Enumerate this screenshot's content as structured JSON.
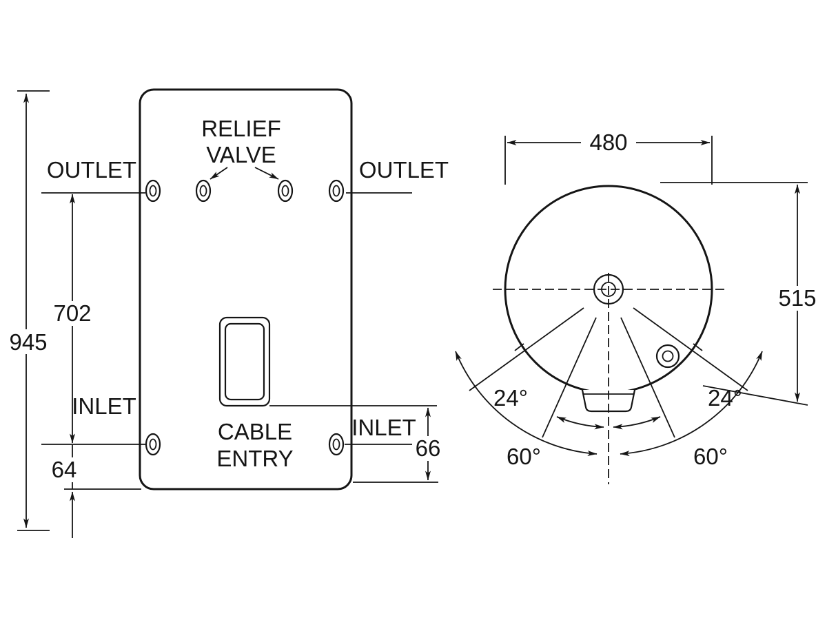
{
  "colors": {
    "ink": "#151515",
    "background": "#ffffff"
  },
  "front_view": {
    "labels": {
      "relief_valve_line1": "RELIEF",
      "relief_valve_line2": "VALVE",
      "outlet_left": "OUTLET",
      "outlet_right": "OUTLET",
      "inlet_left": "INLET",
      "inlet_right": "INLET",
      "cable_entry_line1": "CABLE",
      "cable_entry_line2": "ENTRY"
    },
    "dimensions": {
      "overall_height_mm": "945",
      "outlet_to_inlet_mm": "702",
      "base_to_inlet_mm": "64",
      "base_to_cable_entry_mm": "66"
    }
  },
  "top_view": {
    "dimensions": {
      "diameter_mm": "480",
      "overall_depth_mm": "515",
      "angle_inner_left": "24°",
      "angle_inner_right": "24°",
      "angle_outer_left": "60°",
      "angle_outer_right": "60°"
    }
  }
}
